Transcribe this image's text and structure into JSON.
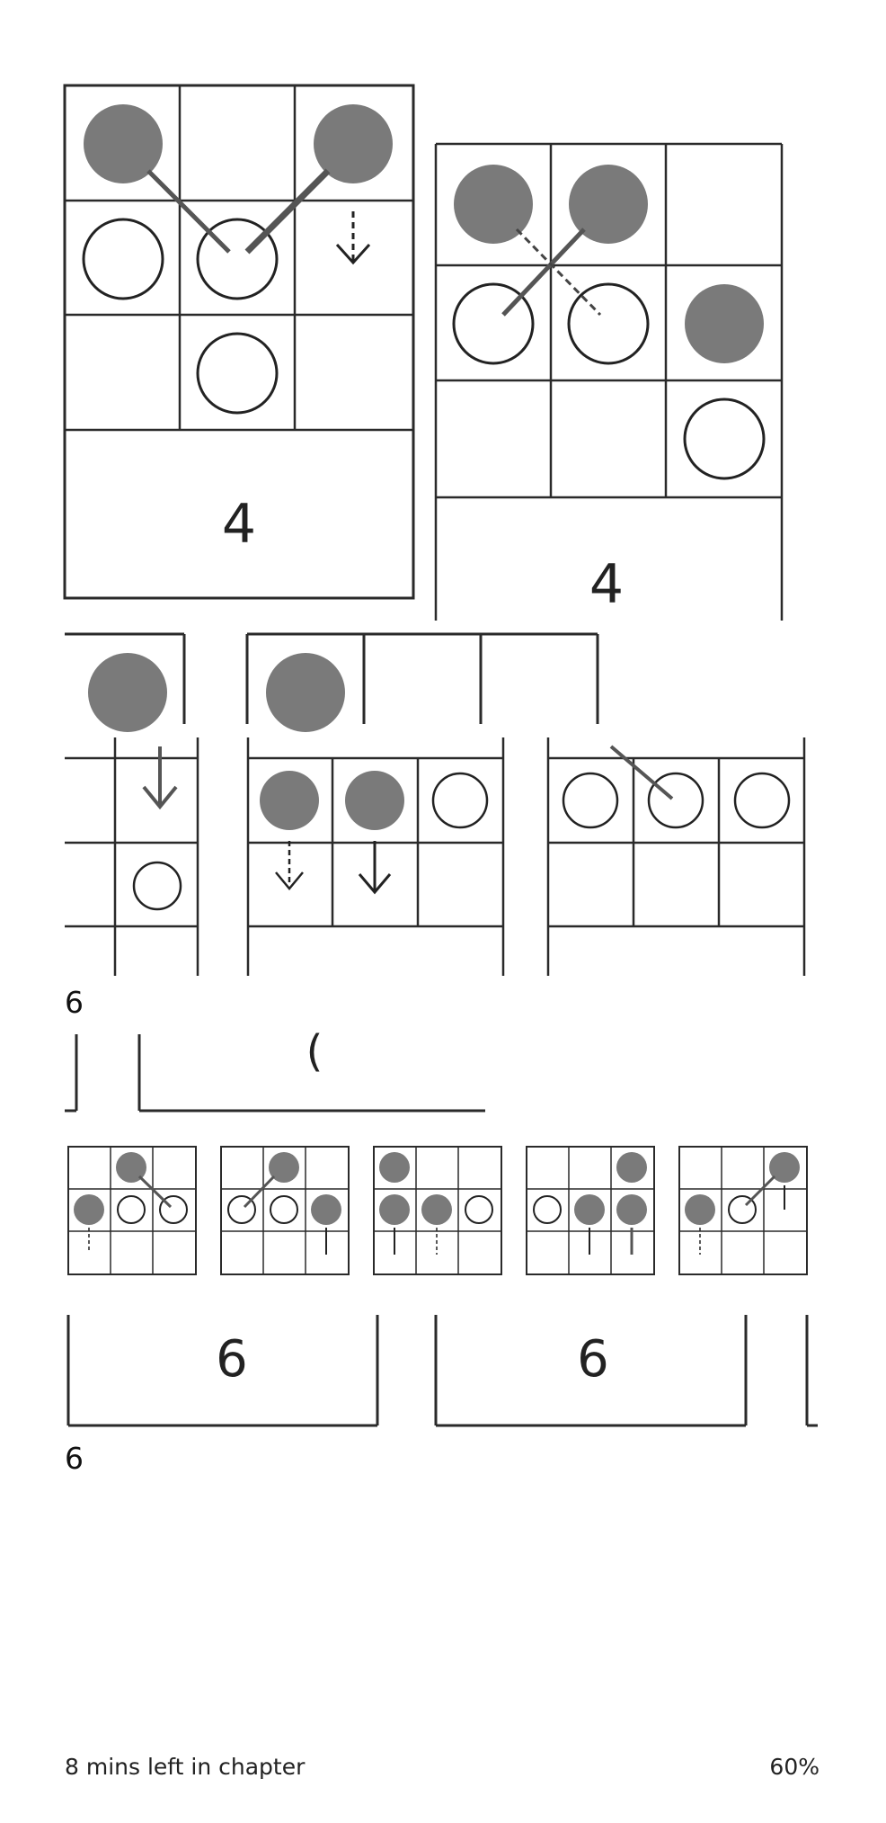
{
  "figures": {
    "fig_a_count": "4",
    "fig_b_count": "4",
    "row3_left_count": "6",
    "row3_right_count": "6"
  },
  "captions": {
    "caption_1": "6",
    "caption_2": "6"
  },
  "footer": {
    "time_left": "8 mins left in chapter",
    "progress_percent": "60%",
    "progress_value": 60
  },
  "colors": {
    "filled_token": "#7a7a7a",
    "grid_line": "#2a2a2a",
    "background": "#ffffff"
  }
}
